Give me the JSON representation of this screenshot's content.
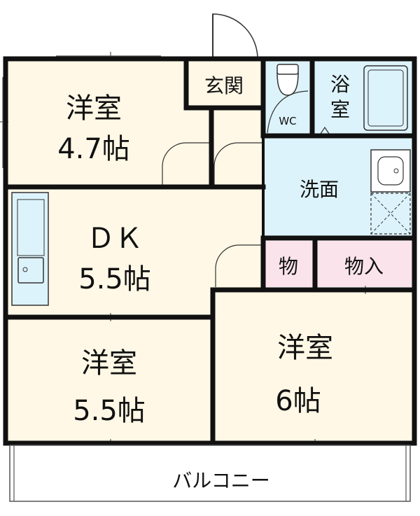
{
  "rooms": {
    "western_room_1": {
      "name": "洋室",
      "size": "4.7帖"
    },
    "entrance": {
      "name": "玄関"
    },
    "wc": {
      "name": "WC"
    },
    "bath": {
      "name_line1": "浴",
      "name_line2": "室"
    },
    "washroom": {
      "name": "洗面"
    },
    "dk": {
      "name": "ＤＫ",
      "size": "5.5帖"
    },
    "storage_small": {
      "name": "物"
    },
    "storage_closet": {
      "name": "物入"
    },
    "western_room_2": {
      "name": "洋室",
      "size": "5.5帖"
    },
    "western_room_3": {
      "name": "洋室",
      "size": "6帖"
    },
    "balcony": {
      "name": "バルコニー"
    }
  },
  "colors": {
    "room_cream": "#FFF8E6",
    "wet_area_blue": "#DDF3FB",
    "storage_pink": "#FBE3EC",
    "wall": "#111111"
  }
}
